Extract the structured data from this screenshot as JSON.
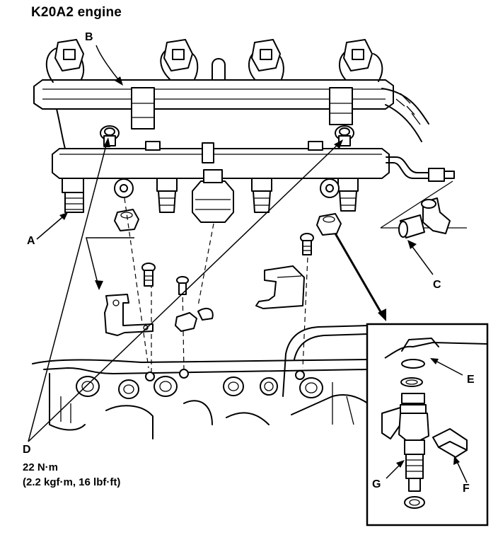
{
  "title": "K20A2 engine",
  "labels": {
    "A": "A",
    "B": "B",
    "C": "C",
    "D": "D",
    "E": "E",
    "F": "F",
    "G": "G"
  },
  "torque": {
    "metric": "22 N·m",
    "alt": "(2.2 kgf·m, 16 lbf·ft)"
  }
}
